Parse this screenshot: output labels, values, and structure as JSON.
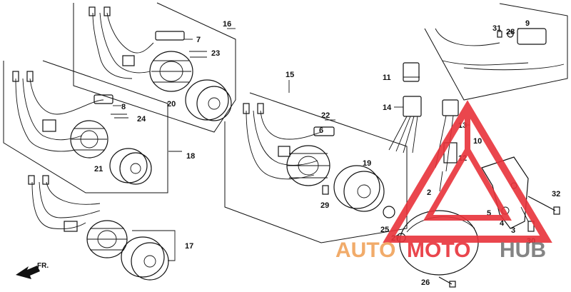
{
  "labels": {
    "p2": "2",
    "p3": "3",
    "p4": "4",
    "p5": "5",
    "p7": "7",
    "p8": "8",
    "p9": "9",
    "p10": "10",
    "p11": "11",
    "p12": "12",
    "p13": "13",
    "p14": "14",
    "p15": "15",
    "p16": "16",
    "p17": "17",
    "p18": "18",
    "p19": "19",
    "p20": "20",
    "p21": "21",
    "p22": "22",
    "p23": "23",
    "p24": "24",
    "p25": "25",
    "p26": "26",
    "p27": "27",
    "p28": "28",
    "p29": "29",
    "p30": "30",
    "p31": "31",
    "p32": "32",
    "p6": "6"
  },
  "direction_label": "FR.",
  "watermark": {
    "auto": "AUTO",
    "moto": "MOTO",
    "hub": "HUB",
    "colors": {
      "auto": "#f0a35a",
      "moto": "#e8323a",
      "hub": "#777777",
      "logo": "#e8323a"
    }
  }
}
